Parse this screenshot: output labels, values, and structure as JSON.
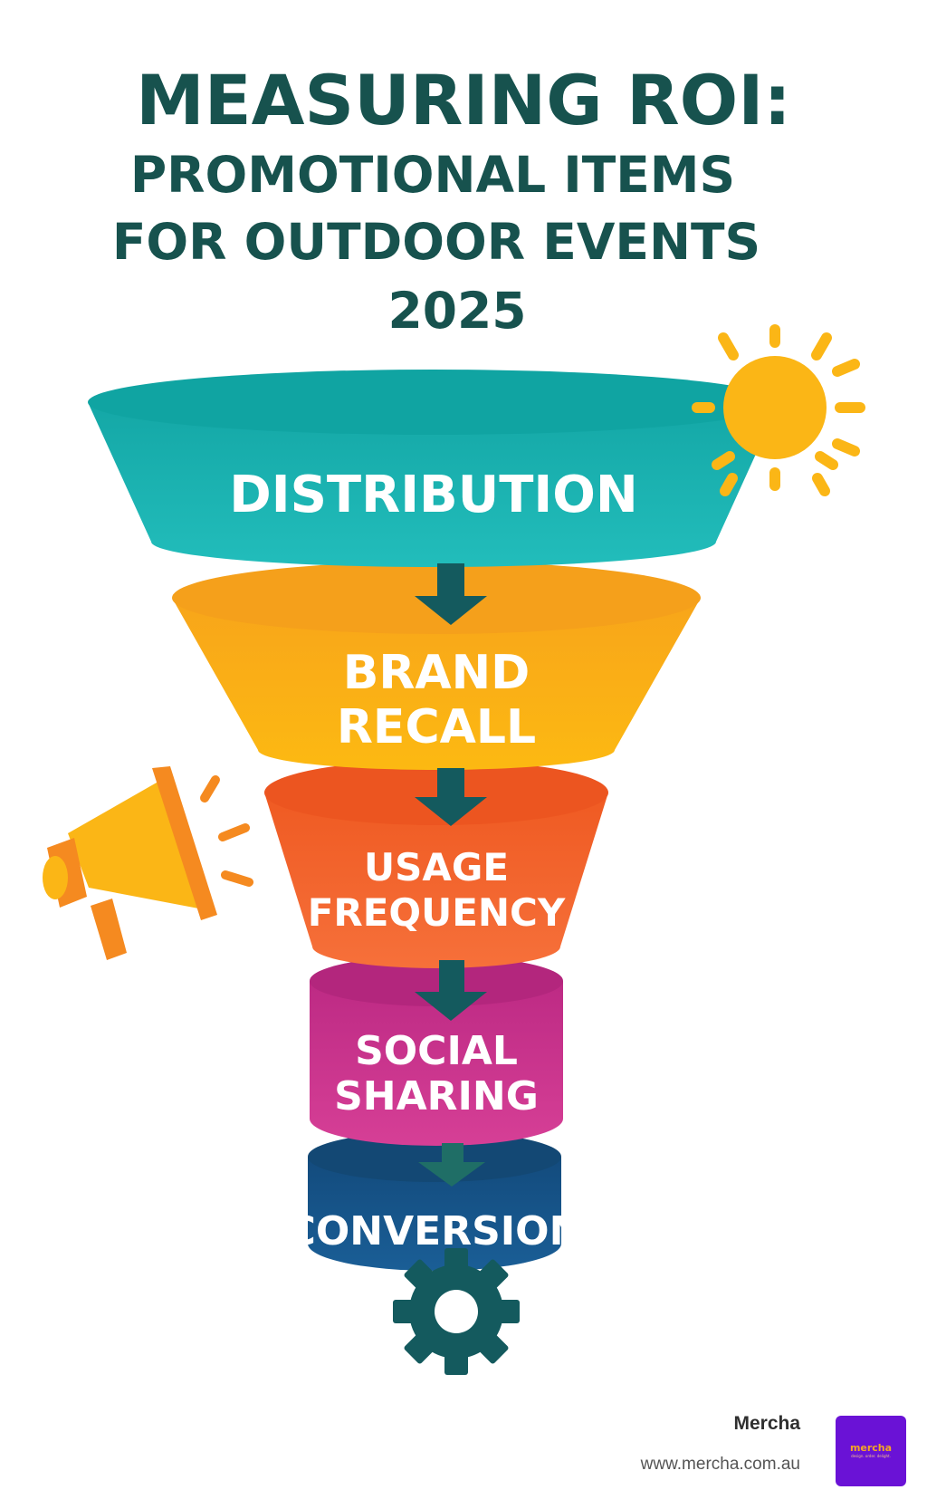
{
  "title": {
    "line1": "MEASURING ROI:",
    "line2": "PROMOTIONAL ITEMS",
    "line3": "FOR OUTDOOR EVENTS",
    "line4": "2025"
  },
  "funnel": {
    "stages": [
      {
        "lines": [
          "DISTRIBUTION"
        ],
        "color": "#1bb3b1"
      },
      {
        "lines": [
          "BRAND",
          "RECALL"
        ],
        "color": "#fbb016"
      },
      {
        "lines": [
          "USAGE",
          "FREQUENCY"
        ],
        "color": "#f5622d"
      },
      {
        "lines": [
          "SOCIAL",
          "SHARING"
        ],
        "color": "#c82f8c"
      },
      {
        "lines": [
          "CONVERSION"
        ],
        "color": "#17558c"
      }
    ],
    "arrow_color": "#145a5e"
  },
  "icons": [
    "sun-icon",
    "megaphone-icon",
    "gear-icon"
  ],
  "colors": {
    "title": "#17524e",
    "sun": "#fbb616",
    "gear": "#145a5e"
  },
  "footer": {
    "brand": "Mercha",
    "url": "www.mercha.com.au",
    "logo_word": "mercha",
    "logo_tagline": "design. order. delight."
  }
}
